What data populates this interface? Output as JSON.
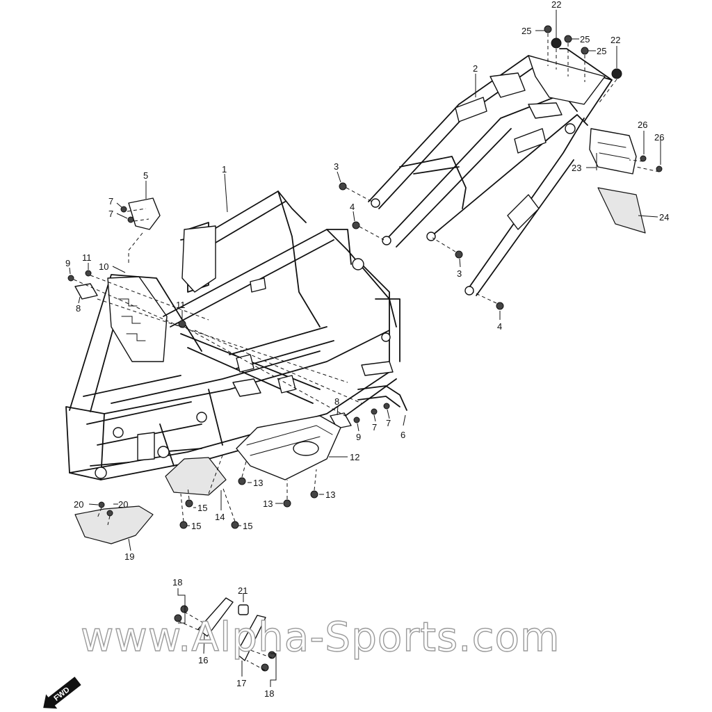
{
  "watermark": "www.Alpha-Sports.com",
  "fwd_label": "FWD",
  "callouts": [
    {
      "id": "c22a",
      "text": "22"
    },
    {
      "id": "c25a",
      "text": "25"
    },
    {
      "id": "c25b",
      "text": "25"
    },
    {
      "id": "c25c",
      "text": "25"
    },
    {
      "id": "c22b",
      "text": "22"
    },
    {
      "id": "c2",
      "text": "2"
    },
    {
      "id": "c26a",
      "text": "26"
    },
    {
      "id": "c26b",
      "text": "26"
    },
    {
      "id": "c23",
      "text": "23"
    },
    {
      "id": "c24",
      "text": "24"
    },
    {
      "id": "c3a",
      "text": "3"
    },
    {
      "id": "c4a",
      "text": "4"
    },
    {
      "id": "c3b",
      "text": "3"
    },
    {
      "id": "c4b",
      "text": "4"
    },
    {
      "id": "c1",
      "text": "1"
    },
    {
      "id": "c5",
      "text": "5"
    },
    {
      "id": "c7a",
      "text": "7"
    },
    {
      "id": "c7b",
      "text": "7"
    },
    {
      "id": "c9a",
      "text": "9"
    },
    {
      "id": "c11a",
      "text": "11"
    },
    {
      "id": "c10",
      "text": "10"
    },
    {
      "id": "c8a",
      "text": "8"
    },
    {
      "id": "c11b",
      "text": "11"
    },
    {
      "id": "c8b",
      "text": "8"
    },
    {
      "id": "c9b",
      "text": "9"
    },
    {
      "id": "c7c",
      "text": "7"
    },
    {
      "id": "c7d",
      "text": "7"
    },
    {
      "id": "c6",
      "text": "6"
    },
    {
      "id": "c12",
      "text": "12"
    },
    {
      "id": "c13a",
      "text": "13"
    },
    {
      "id": "c13b",
      "text": "13"
    },
    {
      "id": "c13c",
      "text": "13"
    },
    {
      "id": "c14",
      "text": "14"
    },
    {
      "id": "c15a",
      "text": "15"
    },
    {
      "id": "c15b",
      "text": "15"
    },
    {
      "id": "c15c",
      "text": "15"
    },
    {
      "id": "c20a",
      "text": "20"
    },
    {
      "id": "c20b",
      "text": "20"
    },
    {
      "id": "c19",
      "text": "19"
    },
    {
      "id": "c18a",
      "text": "18"
    },
    {
      "id": "c21",
      "text": "21"
    },
    {
      "id": "c16",
      "text": "16"
    },
    {
      "id": "c17",
      "text": "17"
    },
    {
      "id": "c18b",
      "text": "18"
    }
  ]
}
